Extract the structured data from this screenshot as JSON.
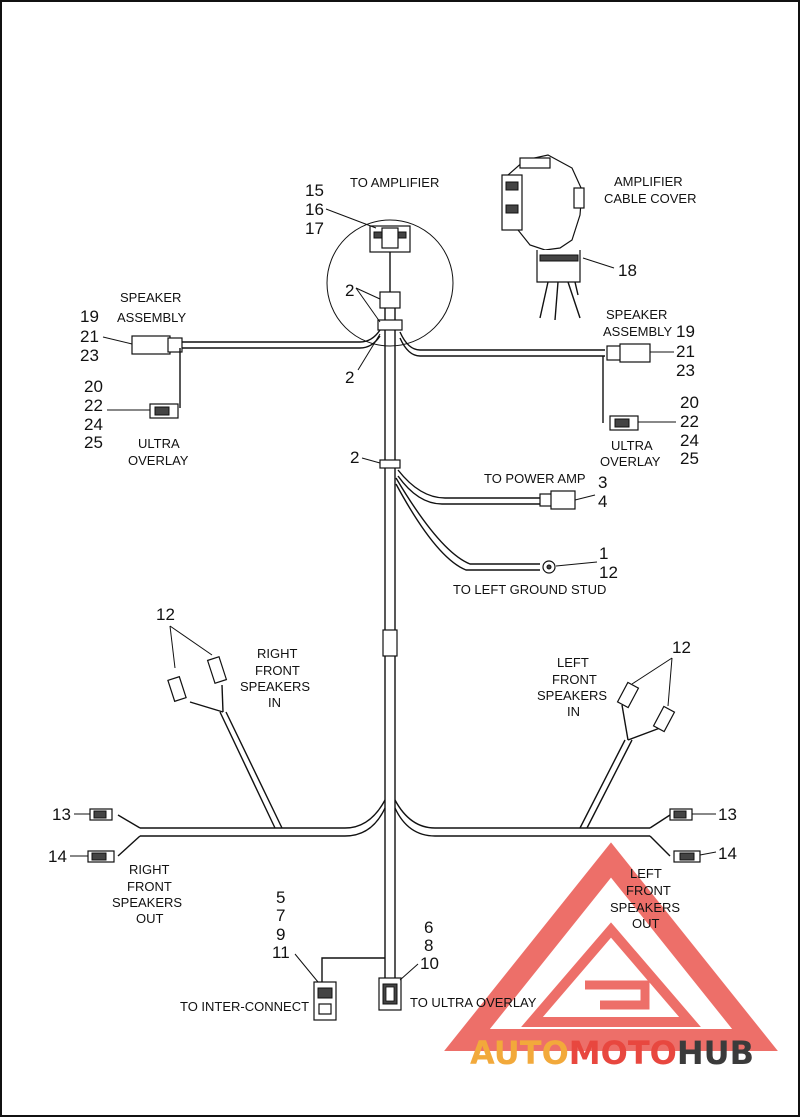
{
  "labels": {
    "to_amplifier": "TO AMPLIFIER",
    "amp_cover_1": "AMPLIFIER",
    "amp_cover_2": "CABLE COVER",
    "spk_left_1": "SPEAKER",
    "spk_left_2": "ASSEMBLY",
    "spk_right_1": "SPEAKER",
    "spk_right_2": "ASSEMBLY",
    "ultra_left_1": "ULTRA",
    "ultra_left_2": "OVERLAY",
    "ultra_right_1": "ULTRA",
    "ultra_right_2": "OVERLAY",
    "to_power_amp": "TO POWER AMP",
    "to_left_ground": "TO LEFT GROUND STUD",
    "rf_in_1": "RIGHT",
    "rf_in_2": "FRONT",
    "rf_in_3": "SPEAKERS",
    "rf_in_4": "IN",
    "lf_in_1": "LEFT",
    "lf_in_2": "FRONT",
    "lf_in_3": "SPEAKERS",
    "lf_in_4": "IN",
    "rf_out_1": "RIGHT",
    "rf_out_2": "FRONT",
    "rf_out_3": "SPEAKERS",
    "rf_out_4": "OUT",
    "lf_out_1": "LEFT",
    "lf_out_2": "FRONT",
    "lf_out_3": "SPEAKERS",
    "lf_out_4": "OUT",
    "to_inter_connect": "TO INTER-CONNECT",
    "to_ultra_overlay": "TO ULTRA OVERLAY"
  },
  "callouts": {
    "n15": "15",
    "n16": "16",
    "n17": "17",
    "n18": "18",
    "n2a": "2",
    "n2b": "2",
    "n2c": "2",
    "l19": "19",
    "l21": "21",
    "l23": "23",
    "l20": "20",
    "l22": "22",
    "l24": "24",
    "l25": "25",
    "r19": "19",
    "r21": "21",
    "r23": "23",
    "r20": "20",
    "r22": "22",
    "r24": "24",
    "r25": "25",
    "n3": "3",
    "n4": "4",
    "n1": "1",
    "n12g": "12",
    "n12r": "12",
    "n12l": "12",
    "n13l": "13",
    "n14l": "14",
    "n13r": "13",
    "n14r": "14",
    "n5": "5",
    "n7": "7",
    "n9": "9",
    "n11": "11",
    "n6": "6",
    "n8": "8",
    "n10": "10"
  },
  "watermark": {
    "part1": "AUTO",
    "part2": "MOTO",
    "part3": "HUB",
    "color_main": "#e8473f",
    "color_alt": "#f2a93b",
    "color_dark": "#3b3b3b"
  }
}
